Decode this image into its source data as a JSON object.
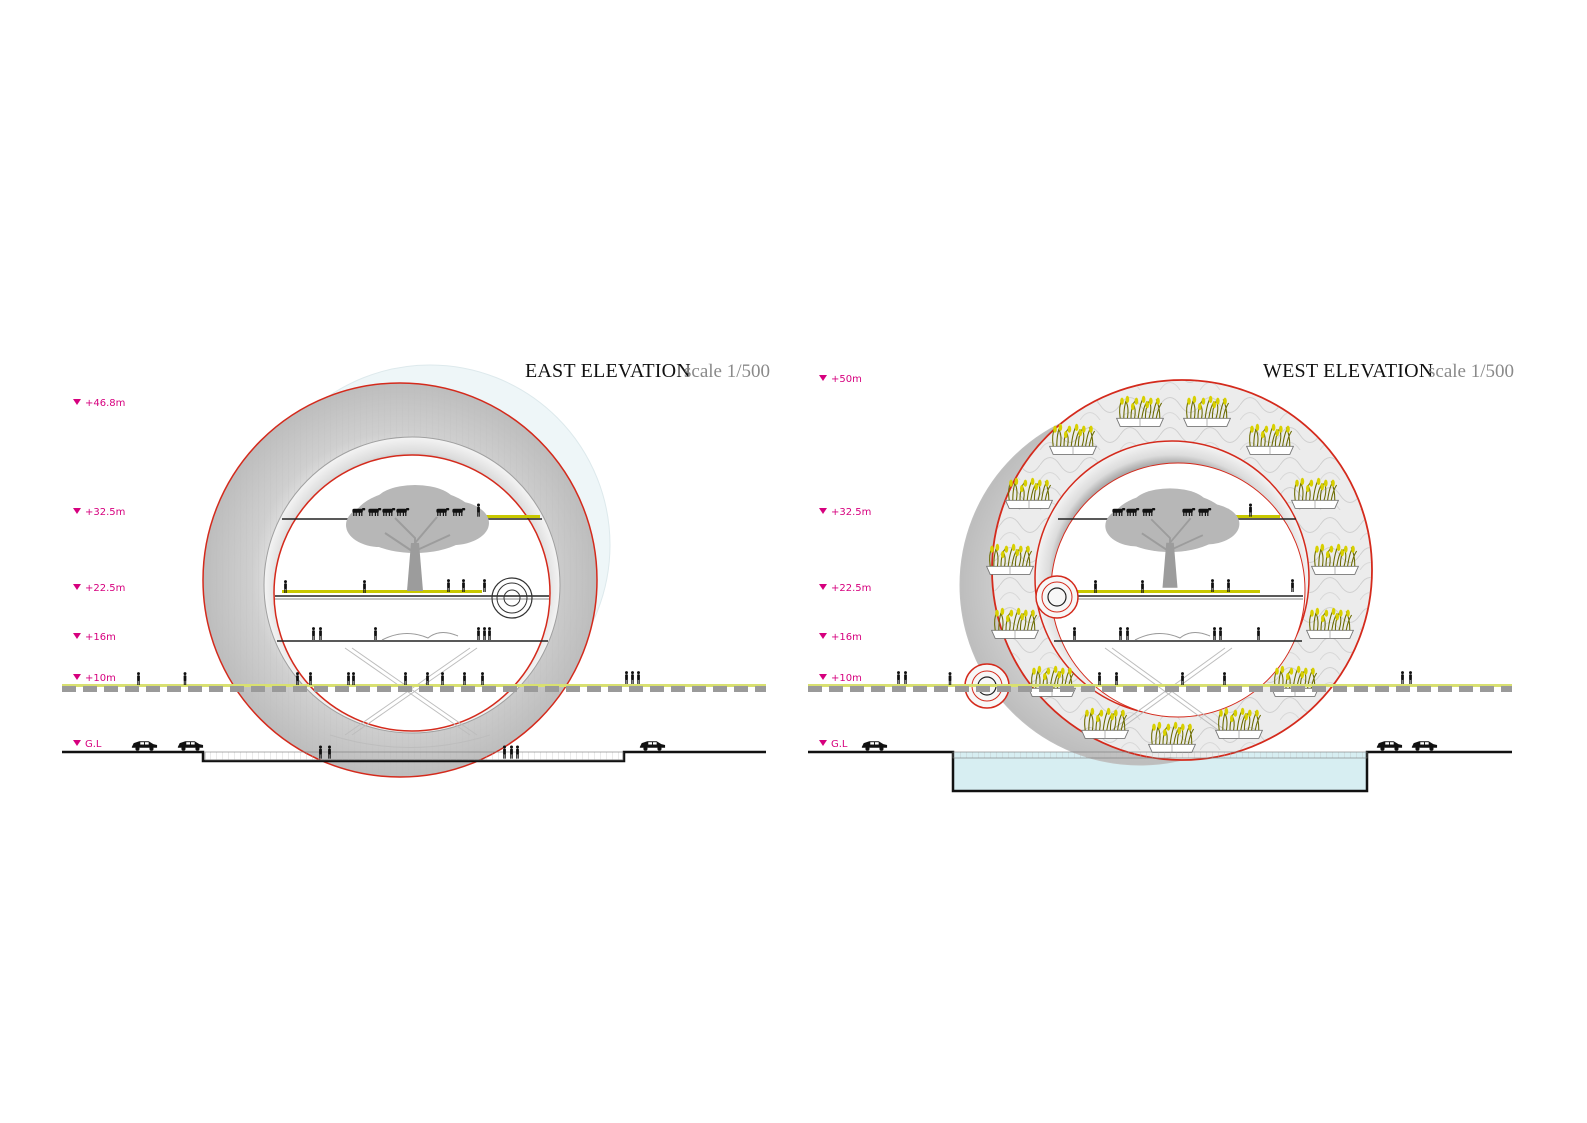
{
  "east": {
    "title": "EAST ELEVATION",
    "scale": "scale 1/500",
    "levels": [
      "+46.8m",
      "+32.5m",
      "+22.5m",
      "+16m",
      "+10m",
      "G.L"
    ]
  },
  "west": {
    "title": "WEST ELEVATION",
    "scale": "scale 1/500",
    "levels": [
      "+50m",
      "+32.5m",
      "+22.5m",
      "+16m",
      "+10m",
      "G.L"
    ]
  },
  "colors": {
    "level_marker": "#d6007e",
    "ring_outline": "#d42a1c",
    "ring_body": "#d9d9d9",
    "vegetation": "#c8c800",
    "water": "#d7eef2"
  }
}
